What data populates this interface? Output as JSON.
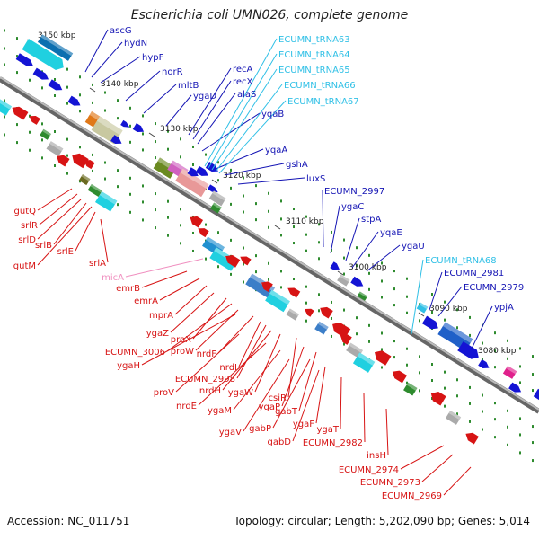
{
  "title": "Escherichia coli UMN026, complete genome",
  "footer": {
    "accession": "Accession: NC_011751",
    "summary": "Topology: circular; Length: 5,202,090 bp; Genes: 5,014"
  },
  "colors": {
    "plus_label": "#1414b4",
    "minus_label": "#d71414",
    "trna_label": "#30c0e6",
    "mirna_label": "#f090c0",
    "backbone": "#8a8a8a",
    "tick": "#2e8b2e"
  },
  "ticks": [
    "3150 kbp",
    "3140 kbp",
    "3130 kbp",
    "3120 kbp",
    "3110 kbp",
    "3100 kbp",
    "3090 kbp",
    "3080 kbp"
  ],
  "plus_labels": [
    "ascG",
    "hydN",
    "hypF",
    "norR",
    "mltB",
    "ygaD",
    "recA",
    "recX",
    "alaS",
    "yqaB",
    "yqaA",
    "gshA",
    "luxS",
    "ECUMN_2997",
    "ygaC",
    "stpA",
    "yqaE",
    "ygaU",
    "ECUMN_2981",
    "ECUMN_2979",
    "ypjA"
  ],
  "trna_labels": [
    "ECUMN_tRNA63",
    "ECUMN_tRNA64",
    "ECUMN_tRNA65",
    "ECUMN_tRNA66",
    "ECUMN_tRNA67",
    "ECUMN_tRNA68"
  ],
  "minus_left_labels": [
    "gutQ",
    "srlR",
    "srlD",
    "srlB",
    "gutM",
    "srlE",
    "srlA"
  ],
  "mirna_labels": [
    "micA"
  ],
  "minus_labels": [
    "emrB",
    "emrA",
    "mprA",
    "ygaZ",
    "proX",
    "ECUMN_3006",
    "proW",
    "ygaH",
    "nrdF",
    "nrdI",
    "ECUMN_2998",
    "proV",
    "nrdH",
    "ygaW",
    "nrdE",
    "csiR",
    "ygaM",
    "ygaP",
    "gabT",
    "ygaV",
    "gabP",
    "ygaF",
    "gabD",
    "ygaT",
    "ECUMN_2982",
    "insH",
    "ECUMN_2974",
    "ECUMN_2973",
    "ECUMN_2969"
  ]
}
